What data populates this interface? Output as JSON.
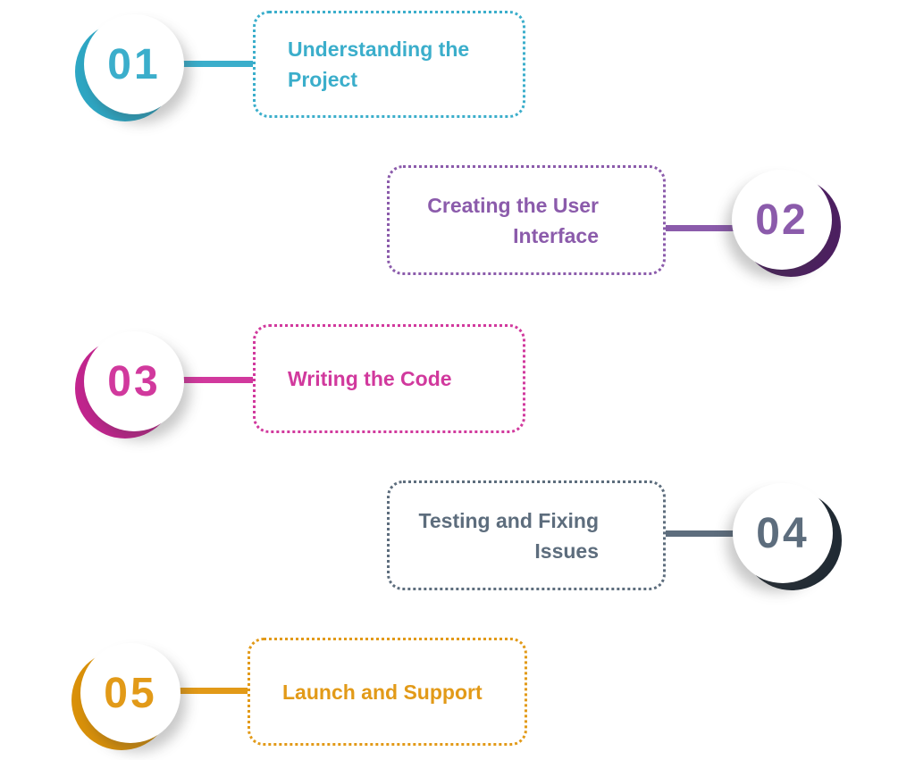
{
  "background_color": "#ffffff",
  "steps": [
    {
      "number": "01",
      "label_lines": [
        "Understanding the",
        "Project"
      ],
      "side": "left",
      "color": "#3BAECB",
      "crescent_color": "#2EA7C4"
    },
    {
      "number": "02",
      "label_lines": [
        "Creating the User",
        "Interface"
      ],
      "side": "right",
      "color": "#8B5BAB",
      "crescent_color": "#4D2061"
    },
    {
      "number": "03",
      "label_lines": [
        "Writing the Code"
      ],
      "side": "left",
      "color": "#D1399D",
      "crescent_color": "#C2258E"
    },
    {
      "number": "04",
      "label_lines": [
        "Testing and Fixing",
        "Issues"
      ],
      "side": "right",
      "color": "#5D6D7D",
      "crescent_color": "#212B34"
    },
    {
      "number": "05",
      "label_lines": [
        "Launch and Support"
      ],
      "side": "left",
      "color": "#E29A18",
      "crescent_color": "#DA9109"
    }
  ]
}
